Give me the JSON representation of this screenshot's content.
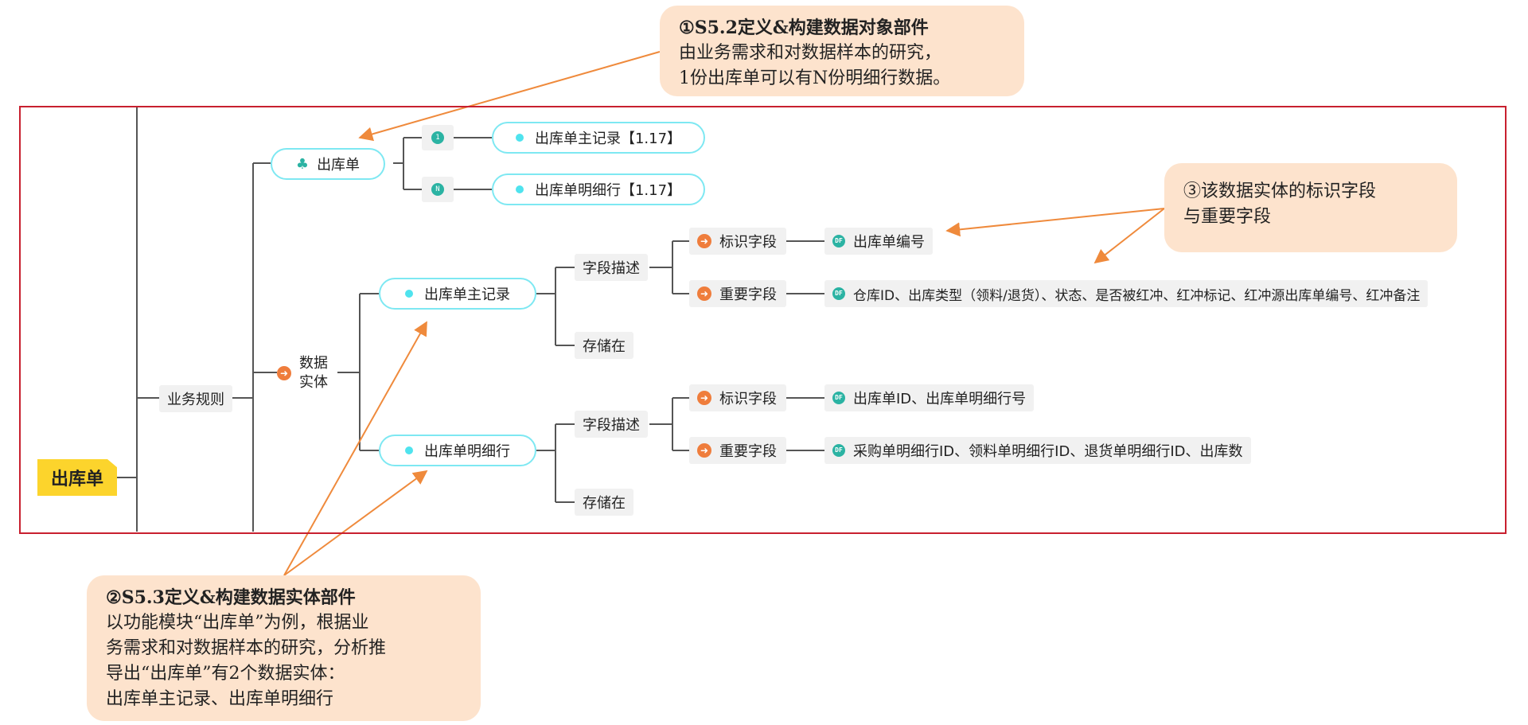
{
  "root": {
    "label": "出库单"
  },
  "rule_node": {
    "label": "业务规则"
  },
  "object_node": {
    "label": "出库单"
  },
  "relations": [
    {
      "badge": "1",
      "label": "出库单主记录【1.17】"
    },
    {
      "badge": "N",
      "label": "出库单明细行【1.17】"
    }
  ],
  "entity_group": {
    "label_line1": "数据",
    "label_line2": "实体"
  },
  "entities": [
    {
      "label": "出库单主记录",
      "field_desc": "字段描述",
      "storage": "存储在",
      "id_field_label": "标识字段",
      "id_field_value": "出库单编号",
      "key_field_label": "重要字段",
      "key_field_value": "仓库ID、出库类型（领料/退货）、状态、是否被红冲、红冲标记、红冲源出库单编号、红冲备注"
    },
    {
      "label": "出库单明细行",
      "field_desc": "字段描述",
      "storage": "存储在",
      "id_field_label": "标识字段",
      "id_field_value": "出库单ID、出库单明细行号",
      "key_field_label": "重要字段",
      "key_field_value": "采购单明细行ID、领料单明细行ID、退货单明细行ID、出库数"
    }
  ],
  "callouts": {
    "c1": {
      "title": "①S5.2定义&构建数据对象部件",
      "line1": "由业务需求和对数据样本的研究，",
      "line2": "1份出库单可以有N份明细行数据。"
    },
    "c2": {
      "title": "②S5.3定义&构建数据实体部件",
      "line1": "以功能模块“出库单”为例，根据业",
      "line2": "务需求和对数据样本的研究，分析推",
      "line3": "导出“出库单”有2个数据实体：",
      "line4": "出库单主记录、出库单明细行"
    },
    "c3": {
      "line1": "③该数据实体的标识字段",
      "line2": "与重要字段"
    }
  },
  "colors": {
    "frame": "#c8202f",
    "callout_bg": "#fde3cd",
    "arrow": "#ef8a3c",
    "pill_border": "#7ee8f2",
    "root_bg": "#fcd42c"
  }
}
